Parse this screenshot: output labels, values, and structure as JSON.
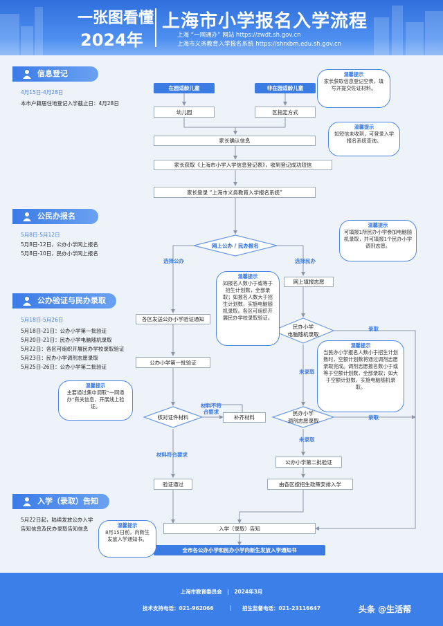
{
  "header": {
    "slogan": "一张图看懂",
    "year": "2024年",
    "title": "上海市小学报名入学流程",
    "url1": "上海 “一网通办” 网站 https://zwdt.sh.gov.cn",
    "url2": "上海市义务教育入学报名系统 https://shrxbm.edu.sh.gov.cn"
  },
  "sections": [
    {
      "title": "信息登记",
      "date": "4月15日-4月28日",
      "items": [
        "本市户籍居住地登记入学截止日：4月28日"
      ]
    },
    {
      "title": "公民办报名",
      "date": "5月8日-5月12日",
      "items": [
        "5月8日-12日，公办小学网上报名",
        "5月8日-10日，民办小学网上报名"
      ]
    },
    {
      "title": "公办验证与民办录取",
      "date": "5月18日-5月26日",
      "items": [
        "5月18日-21日：公办小学第一批验证",
        "5月20日-21日：民办小学电脑随机录取",
        "5月22日：各区可组织开展民办学校录取验证",
        "5月23日：民办小学调剂志愿录取",
        "5月25日-26日：公办小学第二批验证"
      ]
    },
    {
      "title": "入学（录取）告知",
      "date": "",
      "items": [
        "5月22日起，陆续发放公办入学",
        "告知信息及民办录取告知信息"
      ]
    }
  ],
  "tips": {
    "title": "温馨提示",
    "t1": "家长获取信息登记空表，填写并提交佐证材料。",
    "t2": "如短信未收到，可登录入学报名系统查询。",
    "t3": "可填报1所民办小学参加电脑随机录取，并可填报1个民办小学调剂志愿。",
    "t4": "如报名人数小于或等于招生计划数，全部录取；如报名人数大于招生计划数，实施电脑随机录取。各区可组织开展民办学校录取验证。",
    "t5": "当民办小学报名人数小于招生计划数时，空额计划数将通过调剂志愿录取完成。调剂志愿报名数小于或等于空额计划数，全部录取；如大于空额计划数，实施电脑随机录取。",
    "t6": "主要通过集中调取“一网通办”有关信息，开展线上验证。",
    "t7": "8月15日前，向新生发放入学通知书。"
  },
  "flow": {
    "inpark": "在园适龄儿童",
    "notpark": "非在园适龄儿童",
    "kindergarten": "幼儿园",
    "district": "区指定方式",
    "confirm": "家长确认信息",
    "getform": "家长获取《上海市小学入学信息登记表》，收到登记成功短信",
    "login": "家长登录 “上海市义务教育入学报名系统”",
    "apply": "网上公办 / 民办报名",
    "choosePublic": "选择公办",
    "choosePrivate": "选择民办",
    "fillPrivate": "网上填报志愿",
    "notify": "各区发送公办小学验证通知",
    "random": "民办小学\n电脑随机录取",
    "firstVerify": "公办小学第一批验证",
    "verifyDocs": "核对证件材料",
    "notMeet": "材料不符\n合要求",
    "supplement": "补齐材料",
    "meet": "材料符合要求",
    "adjust": "民办小学\n调剂志愿录取",
    "notAdmitted1": "未录取",
    "notAdmitted2": "未录取",
    "admitted1": "录取",
    "admitted2": "录取",
    "secondVerify": "公办小学第二批验证",
    "arrange": "由各区按招生政策安排入学",
    "passed": "验证通过",
    "notice": "入学（录取）告知",
    "final": "全市各公办小学和民办小学向新生发放入学通知书"
  },
  "footer": {
    "org": "上海市教育委员会　|　2024年3月",
    "tech": "技术支持电话：021-962066",
    "hotline": "招生监督电话：021-23116647"
  },
  "watermark": "头条 @生活帮"
}
